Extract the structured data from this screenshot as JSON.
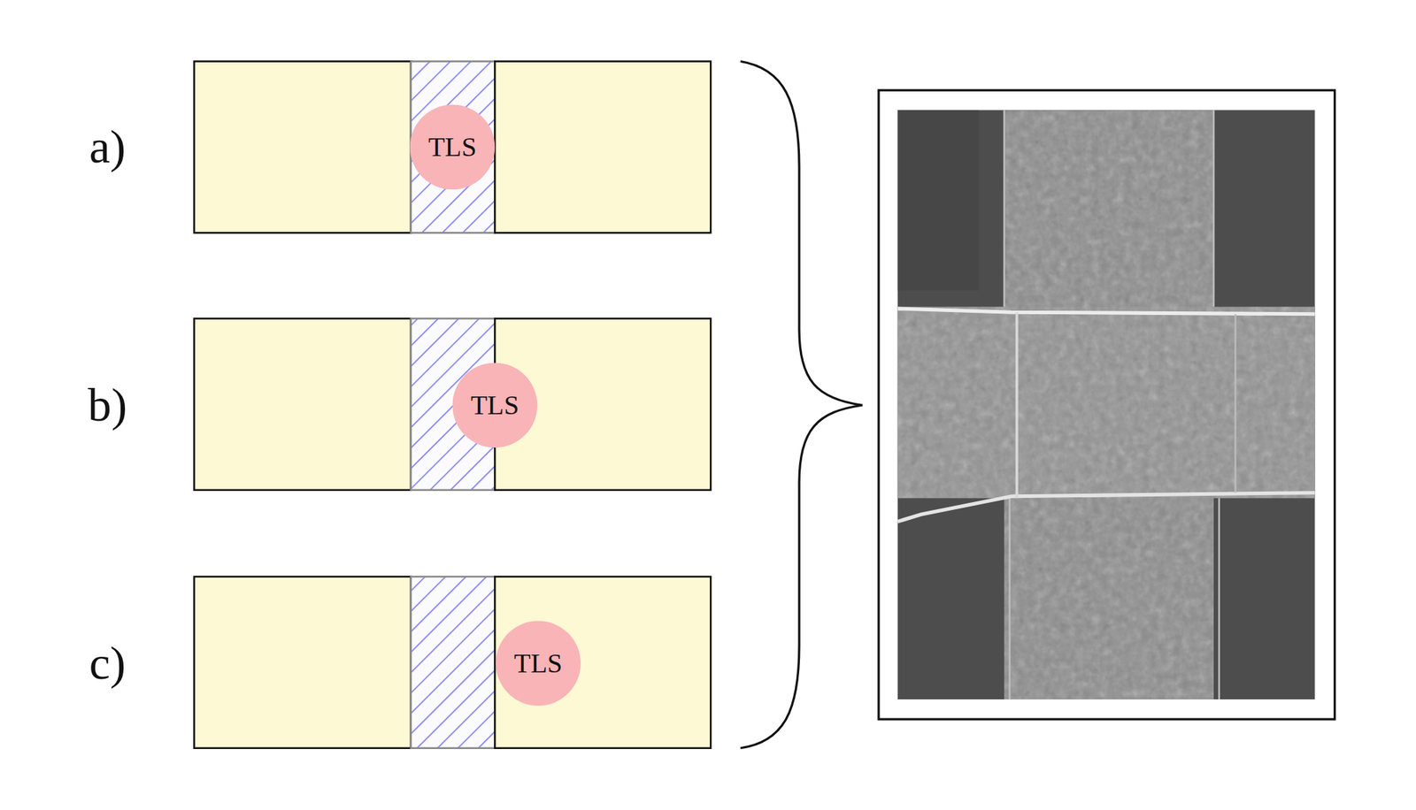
{
  "diagram": {
    "nodes": [
      {
        "text": [
          "TLS"
        ]
      },
      {
        "text": [
          "TLS"
        ]
      },
      {
        "text": [
          "TLS"
        ]
      }
    ],
    "labels": [
      "a)",
      "b)",
      "c)"
    ]
  }
}
